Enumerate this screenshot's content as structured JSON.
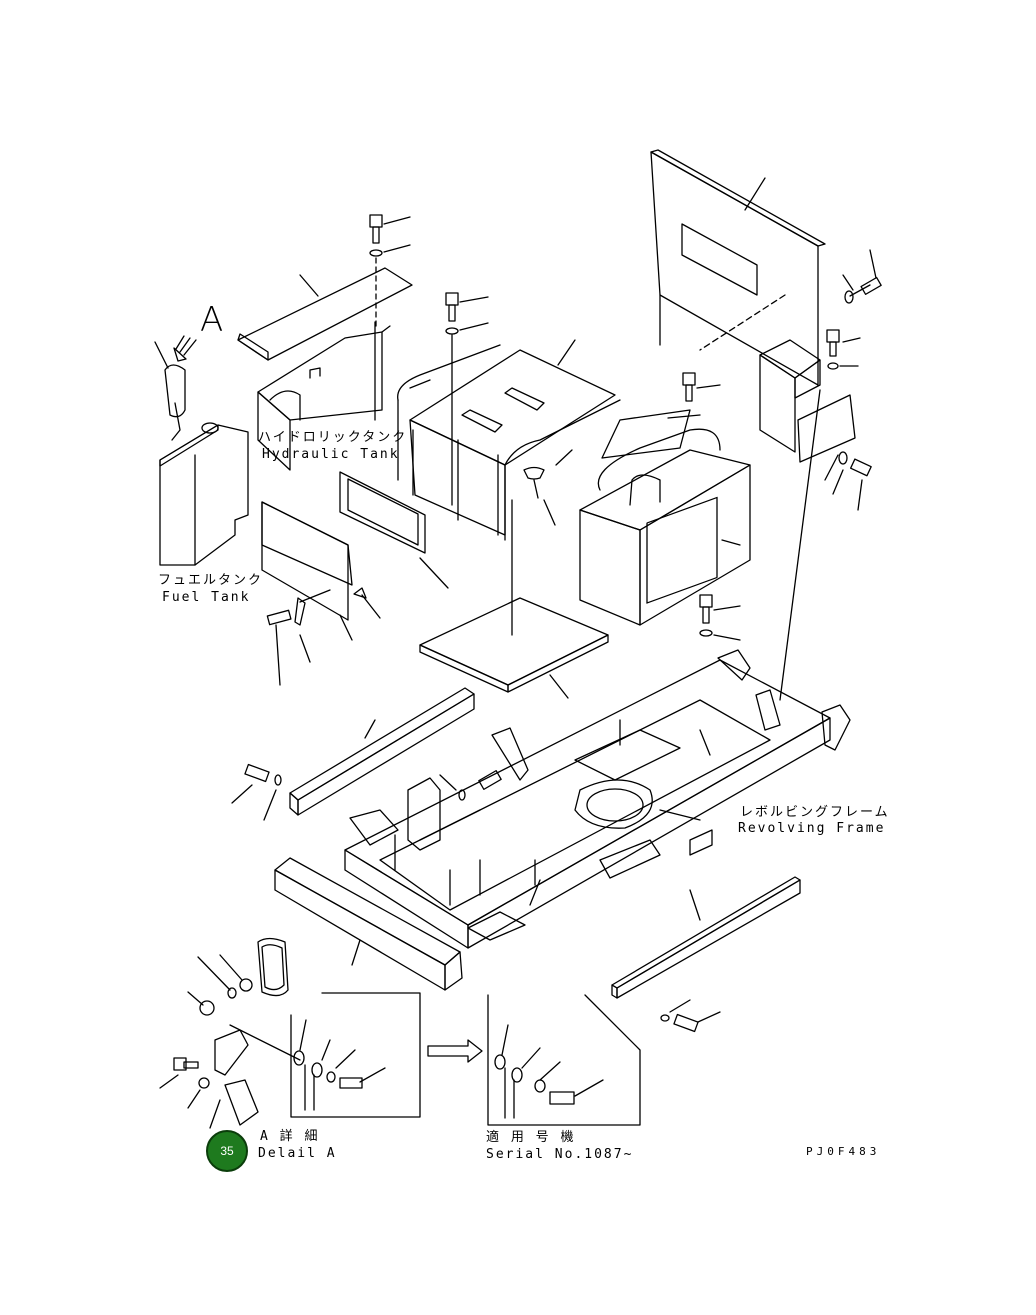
{
  "view_arrow_label": "A",
  "labels": {
    "hydraulic_tank_jp": "ハイドロリックタンク",
    "hydraulic_tank_en": "Hydraulic Tank",
    "fuel_tank_jp": "フュエルタンク",
    "fuel_tank_en": "Fuel Tank",
    "revolving_frame_jp": "レボルビングフレーム",
    "revolving_frame_en": "Revolving Frame",
    "detail_jp": "A 詳 細",
    "detail_en": "Delail A",
    "serial_jp": "適 用 号 機",
    "serial_en": "Serial No.1087~",
    "drawing_code": "PJ0F483"
  },
  "page_badge": "35",
  "colors": {
    "line": "#000000",
    "badge": "#1e7a1e",
    "background": "#ffffff"
  }
}
